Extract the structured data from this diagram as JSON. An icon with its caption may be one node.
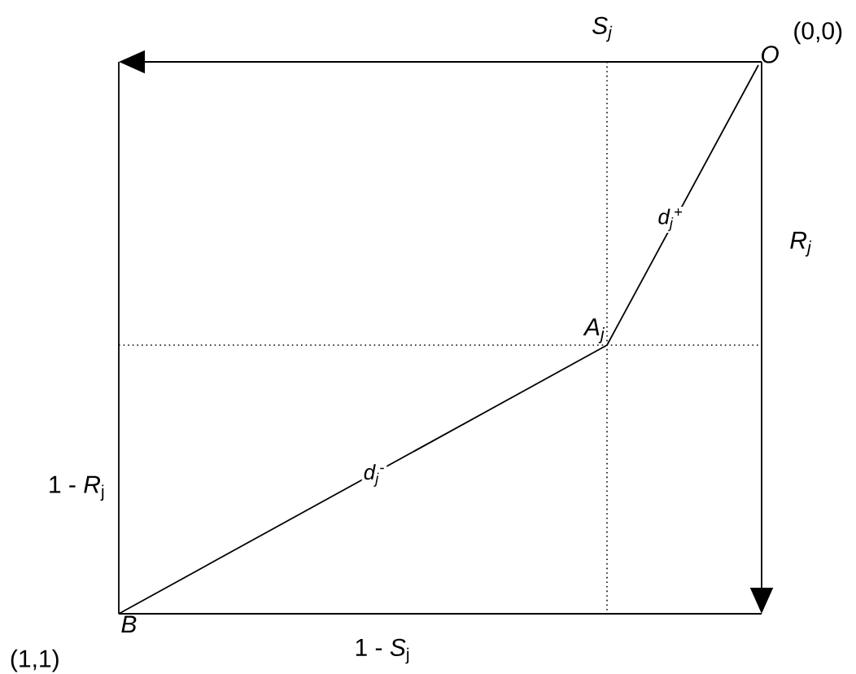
{
  "diagram": {
    "nodes": [
      {
        "text": [
          "O"
        ],
        "beside": [
          "(0,0)"
        ]
      },
      {
        "text": [
          "A$_{j}$"
        ]
      },
      {
        "text": [
          "B"
        ],
        "beside": [
          "(1,1)"
        ]
      }
    ],
    "edges": [
      {
        "from": 0,
        "to": 1,
        "arrow": "none",
        "label": "d$_{j}$$^{+}$"
      },
      {
        "from": 1,
        "to": 2,
        "arrow": "none",
        "label": "d$_{j}$$^{-}$"
      }
    ],
    "labels": [
      "S$_{j}$",
      "R$_{j}$",
      "1 - *R*$_{j}$",
      "1 - *S*$_{j}$"
    ]
  }
}
